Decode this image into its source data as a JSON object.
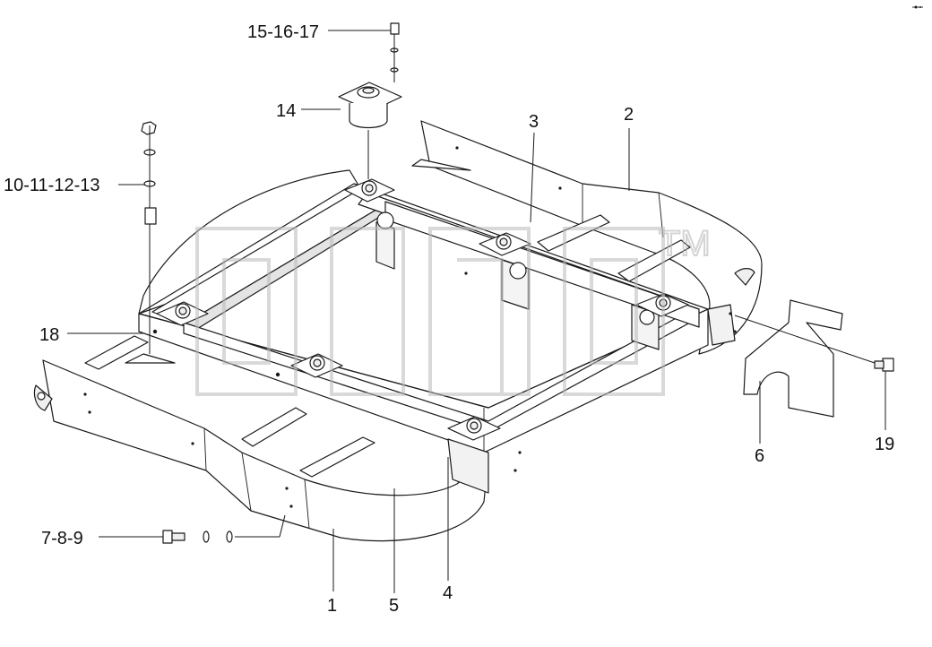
{
  "callouts": [
    {
      "id": "c15",
      "text": "15-16-17"
    },
    {
      "id": "c14",
      "text": "14"
    },
    {
      "id": "c3",
      "text": "3"
    },
    {
      "id": "c2",
      "text": "2"
    },
    {
      "id": "c10",
      "text": "10-11-12-13"
    },
    {
      "id": "c18",
      "text": "18"
    },
    {
      "id": "c6",
      "text": "6"
    },
    {
      "id": "c19",
      "text": "19"
    },
    {
      "id": "c7",
      "text": "7-8-9"
    },
    {
      "id": "c1",
      "text": "1"
    },
    {
      "id": "c5",
      "text": "5"
    },
    {
      "id": "c4",
      "text": "4"
    }
  ],
  "watermark": {
    "mark": "TM"
  }
}
